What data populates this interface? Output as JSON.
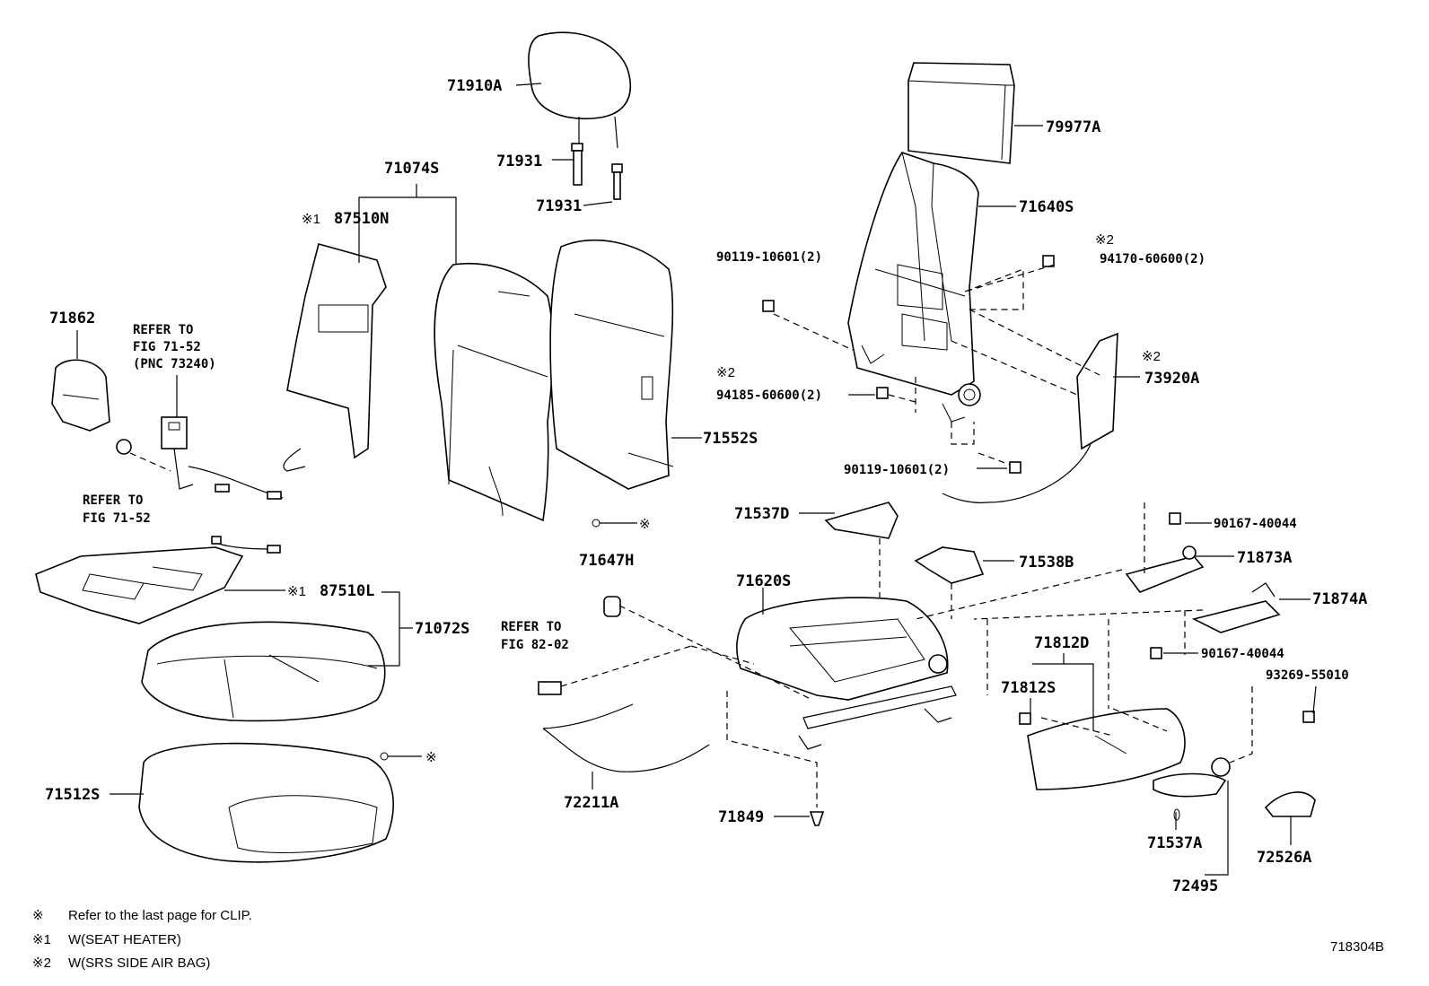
{
  "labels": {
    "p71910A": "71910A",
    "p79977A": "79977A",
    "p71931a": "71931",
    "p71931b": "71931",
    "p71074S": "71074S",
    "p71640S": "71640S",
    "n1_87510N": "※1",
    "p87510N": "87510N",
    "n2_94170": "※2",
    "p90119a": "90119-10601(2)",
    "p94170": "94170-60600(2)",
    "p71862": "71862",
    "refer1_l1": "REFER TO",
    "refer1_l2": "FIG 71-52",
    "refer1_l3": "(PNC 73240)",
    "n2_73920A": "※2",
    "p73920A": "73920A",
    "n2_94185": "※2",
    "p94185": "94185-60600(2)",
    "p71552S": "71552S",
    "p90119b": "90119-10601(2)",
    "refer2_l1": "REFER TO",
    "refer2_l2": "FIG 71-52",
    "p71537D": "71537D",
    "clip1": "※",
    "p90167a": "90167-40044",
    "p71647H": "71647H",
    "p71538B": "71538B",
    "p71873A": "71873A",
    "n1_87510L": "※1",
    "p87510L": "87510L",
    "p71620S": "71620S",
    "p71874A": "71874A",
    "p71072S": "71072S",
    "refer3_l1": "REFER TO",
    "refer3_l2": "FIG 82-02",
    "p71812D": "71812D",
    "p90167b": "90167-40044",
    "p71812S": "71812S",
    "p93269": "93269-55010",
    "clip2": "※",
    "p71512S": "71512S",
    "p72211A": "72211A",
    "p71849": "71849",
    "p71537A": "71537A",
    "p72526A": "72526A",
    "p72495": "72495"
  },
  "notes": {
    "clip_symbol": "※",
    "clip_text": "Refer to the last page for CLIP.",
    "n1_symbol": "※1",
    "n1_text": "W(SEAT  HEATER)",
    "n2_symbol": "※2",
    "n2_text": "W(SRS SIDE AIR BAG)"
  },
  "diagram_id": "718304B"
}
